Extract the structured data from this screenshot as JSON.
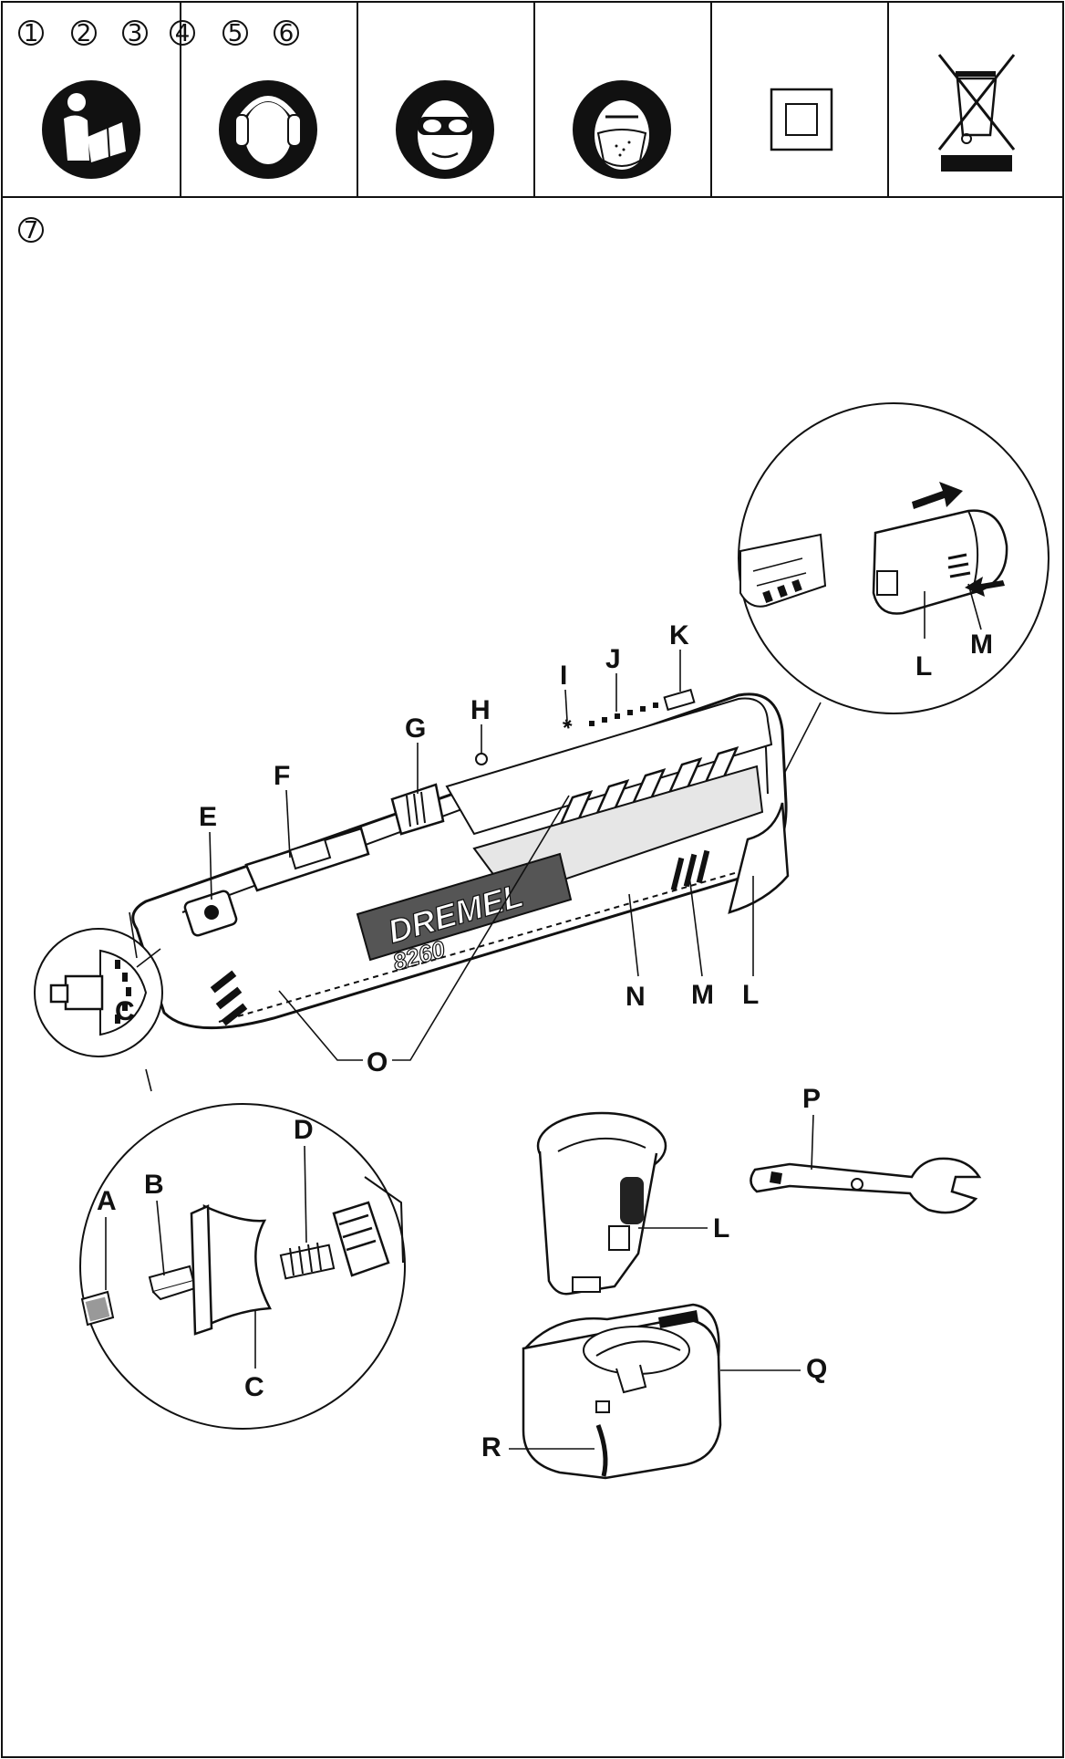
{
  "symbols": [
    {
      "number": "1",
      "icon": "read-manual-icon"
    },
    {
      "number": "2",
      "icon": "ear-protection-icon"
    },
    {
      "number": "3",
      "icon": "eye-protection-icon"
    },
    {
      "number": "4",
      "icon": "dust-mask-icon"
    },
    {
      "number": "5",
      "icon": "double-insulation-icon"
    },
    {
      "number": "6",
      "icon": "weee-crossed-bin-icon"
    }
  ],
  "figure": {
    "number": "7",
    "brand_text": "DREMEL",
    "model_text": "8260",
    "labels": {
      "A": "A",
      "B": "B",
      "C": "C",
      "D": "D",
      "E": "E",
      "F": "F",
      "G": "G",
      "H": "H",
      "I": "I",
      "J": "J",
      "K": "K",
      "L": "L",
      "M": "M",
      "N": "N",
      "O": "O",
      "P": "P",
      "Q": "Q",
      "R": "R"
    }
  }
}
